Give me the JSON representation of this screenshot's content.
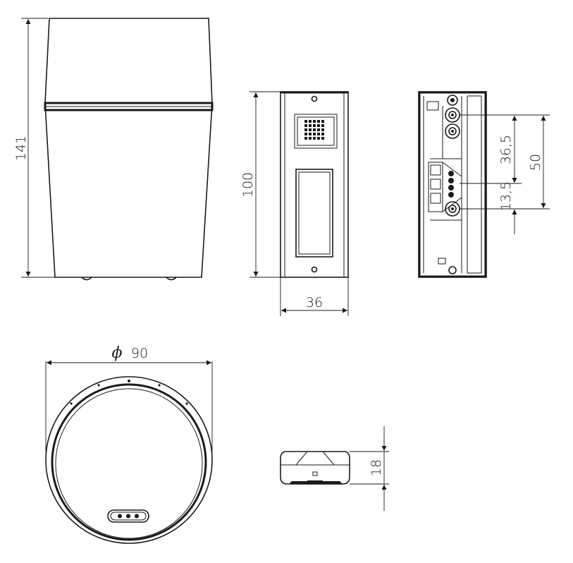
{
  "dimensions": {
    "height_141": "141",
    "height_100": "100",
    "width_36": "36",
    "dim_36_5": "36,5",
    "dim_13_5": "13,5",
    "dim_50": "50",
    "diameter_symbol": "ϕ",
    "diameter_90": "90",
    "height_18": "18"
  }
}
